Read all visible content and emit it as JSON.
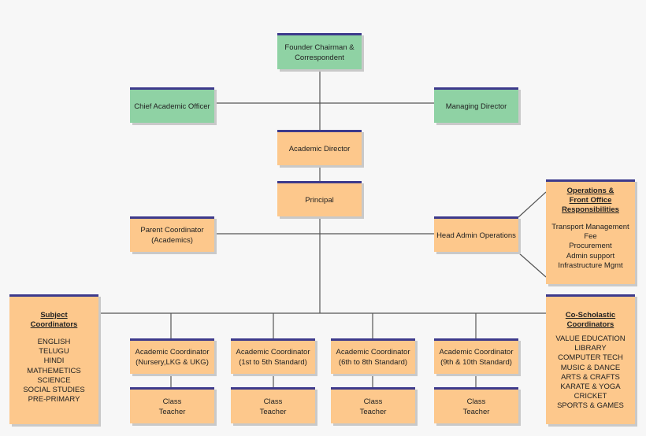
{
  "founder": {
    "line1": "Founder Chairman &",
    "line2": "Correspondent"
  },
  "chief_academic_officer": "Chief Academic Officer",
  "managing_director": "Managing Director",
  "academic_director": "Academic Director",
  "principal": "Principal",
  "parent_coordinator": {
    "line1": "Parent Coordinator",
    "line2": "(Academics)"
  },
  "head_admin_operations": "Head Admin Operations",
  "operations": {
    "heading": [
      "Operations &",
      "Front Office",
      "Responsibilities"
    ],
    "items": [
      "Transport Management",
      "Fee",
      "Procurement",
      "Admin support",
      "Infrastructure Mgmt"
    ]
  },
  "subject_coordinators": {
    "heading": [
      "Subject",
      "Coordinators"
    ],
    "items": [
      "ENGLISH",
      "TELUGU",
      "HINDI",
      "MATHEMETICS",
      "SCIENCE",
      "SOCIAL STUDIES",
      "PRE-PRIMARY"
    ]
  },
  "co_scholastic": {
    "heading": [
      "Co-Scholastic",
      "Coordinators"
    ],
    "items": [
      "VALUE EDUCATION",
      "LIBRARY",
      "COMPUTER TECH",
      "MUSIC & DANCE",
      "ARTS & CRAFTS",
      "KARATE & YOGA",
      "CRICKET",
      "SPORTS & GAMES"
    ]
  },
  "academic_coordinators": [
    {
      "line1": "Academic Coordinator",
      "line2": "(Nursery,LKG & UKG)"
    },
    {
      "line1": "Academic Coordinator",
      "line2": "(1st to 5th Standard)"
    },
    {
      "line1": "Academic Coordinator",
      "line2": "(6th to 8th Standard)"
    },
    {
      "line1": "Academic Coordinator",
      "line2": "(9th & 10th Standard)"
    }
  ],
  "class_teacher": {
    "line1": "Class",
    "line2": "Teacher"
  },
  "colors": {
    "green": "#8fd2a4",
    "orange": "#fdc88c",
    "border": "#3d3a8c",
    "line": "#555555"
  }
}
